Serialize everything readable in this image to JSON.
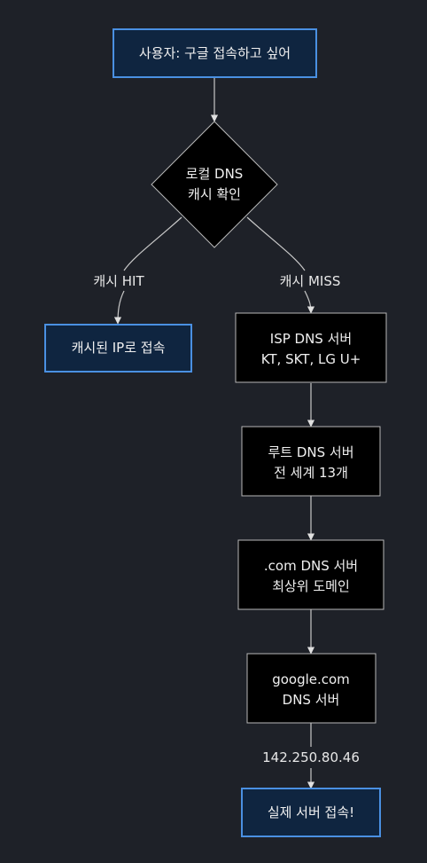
{
  "nodes": {
    "start": {
      "text": "사용자: 구글 접속하고 싶어"
    },
    "decision": {
      "line1": "로컬 DNS",
      "line2": "캐시 확인"
    },
    "cached": {
      "text": "캐시된 IP로 접속"
    },
    "isp": {
      "line1": "ISP DNS 서버",
      "line2": "KT, SKT, LG U+"
    },
    "root": {
      "line1": "루트 DNS 서버",
      "line2": "전 세계 13개"
    },
    "tld": {
      "line1": ".com DNS 서버",
      "line2": "최상위 도메인"
    },
    "auth": {
      "line1": "google.com",
      "line2": "DNS 서버"
    },
    "final": {
      "text": "실제 서버 접속!"
    }
  },
  "edges": {
    "hit_label": "캐시 HIT",
    "miss_label": "캐시 MISS",
    "ip_label": "142.250.80.46"
  },
  "colors": {
    "background": "#1e2128",
    "node_fill": "#000000",
    "highlight_fill": "#0f2540",
    "highlight_border": "#4a90e2",
    "node_border": "#b8b8b8",
    "edge": "#c8c8c8"
  }
}
